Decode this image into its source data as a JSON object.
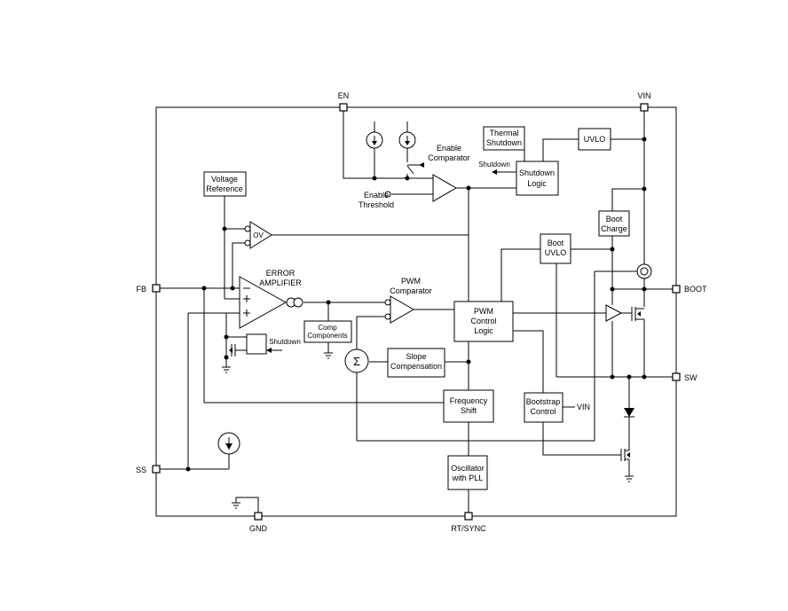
{
  "pins": {
    "en": "EN",
    "vin": "VIN",
    "fb": "FB",
    "ss": "SS",
    "boot": "BOOT",
    "sw": "SW",
    "gnd": "GND",
    "rt_sync": "RT/SYNC"
  },
  "blocks": {
    "thermal_shutdown": [
      "Thermal",
      "Shutdown"
    ],
    "uvlo": "UVLO",
    "shutdown_logic": [
      "Shutdown",
      "Logic"
    ],
    "voltage_reference": [
      "Voltage",
      "Reference"
    ],
    "boot_charge": [
      "Boot",
      "Charge"
    ],
    "boot_uvlo": [
      "Boot",
      "UVLO"
    ],
    "pwm_control_logic": [
      "PWM",
      "Control",
      "Logic"
    ],
    "comp_components": [
      "Comp",
      "Components"
    ],
    "slope_compensation": [
      "Slope",
      "Compensation"
    ],
    "frequency_shift": [
      "Frequency",
      "Shift"
    ],
    "bootstrap_control": [
      "Bootstrap",
      "Control"
    ],
    "oscillator_pll": [
      "Oscillator",
      "with PLL"
    ]
  },
  "labels": {
    "enable_comparator": [
      "Enable",
      "Comparator"
    ],
    "enable_threshold": [
      "Enable",
      "Threshold"
    ],
    "shutdown_signal": "Shutdown",
    "ov": "OV",
    "error_amplifier": [
      "ERROR",
      "AMPLIFIER"
    ],
    "pwm_comparator": [
      "PWM",
      "Comparator"
    ],
    "shutdown_ss": "Shutdown",
    "vin_bootstrap": "VIN",
    "sigma": "Σ"
  }
}
